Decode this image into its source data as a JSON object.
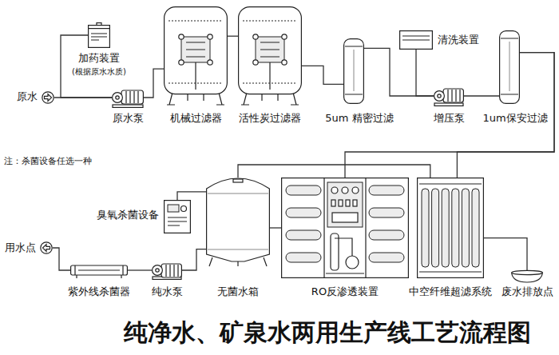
{
  "diagram": {
    "title": "纯净水、矿泉水两用生产线工艺流程图",
    "nodes": [
      {
        "text": [
          "原水"
        ]
      },
      {
        "text": [
          "加药装置",
          "(根据原水水质)"
        ]
      },
      {
        "text": [
          "原水泵"
        ]
      },
      {
        "text": [
          "机械过滤器"
        ]
      },
      {
        "text": [
          "活性炭过滤器"
        ]
      },
      {
        "text": [
          "5um 精密过滤"
        ]
      },
      {
        "text": [
          "清洗装置"
        ]
      },
      {
        "text": [
          "增压泵"
        ]
      },
      {
        "text": [
          "1um保安过滤"
        ]
      },
      {
        "text": [
          "臭氧杀菌设备"
        ]
      },
      {
        "text": [
          "用水点"
        ]
      },
      {
        "text": [
          "紫外线杀菌器"
        ]
      },
      {
        "text": [
          "纯水泵"
        ]
      },
      {
        "text": [
          "无菌水箱"
        ]
      },
      {
        "text": [
          "RO反渗透装置"
        ]
      },
      {
        "text": [
          "中空纤维超滤系统"
        ]
      },
      {
        "text": [
          "废水排放点"
        ]
      }
    ],
    "edges": [
      {
        "from": 0,
        "to": 2,
        "arrow": "none"
      },
      {
        "from": 1,
        "to": 2,
        "arrow": "none"
      },
      {
        "from": 2,
        "to": 3,
        "arrow": "none"
      },
      {
        "from": 3,
        "to": 4,
        "arrow": "none"
      },
      {
        "from": 4,
        "to": 5,
        "arrow": "none"
      },
      {
        "from": 5,
        "to": 7,
        "arrow": "none"
      },
      {
        "from": 6,
        "to": 7,
        "arrow": "none"
      },
      {
        "from": 7,
        "to": 8,
        "arrow": "none"
      },
      {
        "from": 8,
        "to": 14,
        "arrow": "none"
      },
      {
        "from": 8,
        "to": 15,
        "arrow": "none"
      },
      {
        "from": 15,
        "to": 13,
        "arrow": "none"
      },
      {
        "from": 14,
        "to": 13,
        "arrow": "none"
      },
      {
        "from": 15,
        "to": 16,
        "arrow": "none"
      },
      {
        "from": 9,
        "to": 13,
        "arrow": "none"
      },
      {
        "from": 13,
        "to": 12,
        "arrow": "none"
      },
      {
        "from": 12,
        "to": 11,
        "arrow": "none"
      },
      {
        "from": 11,
        "to": 10,
        "arrow": "none"
      }
    ],
    "labels": [
      "注：杀菌设备任选一种"
    ]
  }
}
